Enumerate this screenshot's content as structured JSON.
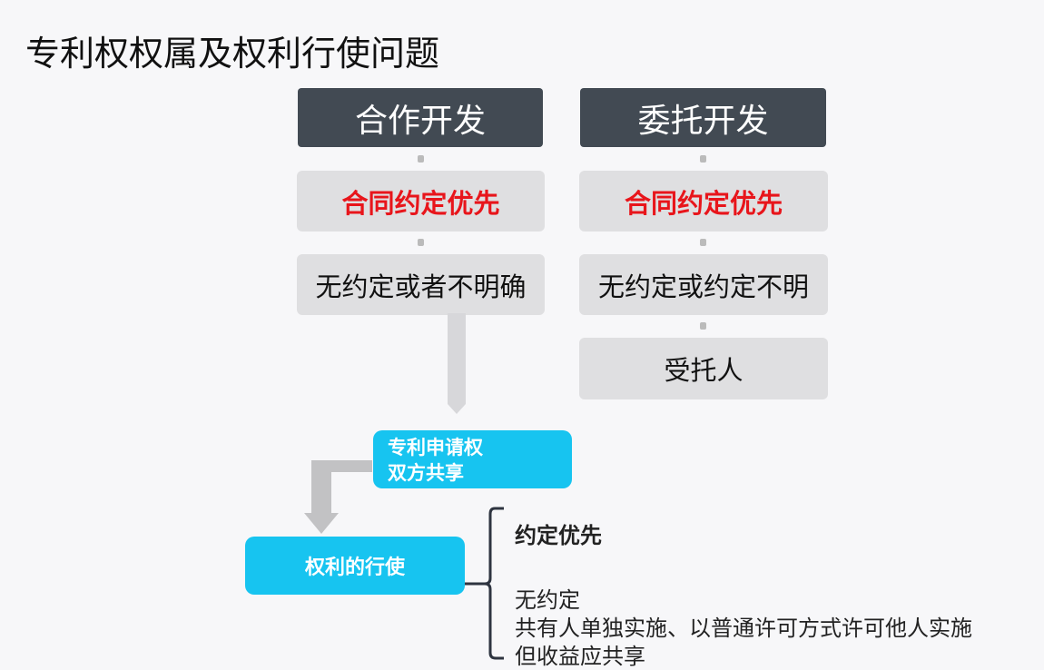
{
  "title": "专利权权属及权利行使问题",
  "left_column": {
    "header": "合作开发",
    "step1": "合同约定优先",
    "step2": "无约定或者不明确"
  },
  "right_column": {
    "header": "委托开发",
    "step1": "合同约定优先",
    "step2": "无约定或约定不明",
    "step3": "受托人"
  },
  "application_box": {
    "line1": "专利申请权",
    "line2": "双方共享"
  },
  "exercise_box": "权利的行使",
  "exercise_rules": {
    "priority": "约定优先",
    "no_agreement": "无约定",
    "line2": "共有人单独实施、以普通许可方式许可他人实施",
    "line3": "但收益应共享"
  },
  "colors": {
    "dark": "#424a53",
    "gray": "#dfdfe1",
    "cyan": "#17c4f0",
    "red": "#e8151b"
  }
}
